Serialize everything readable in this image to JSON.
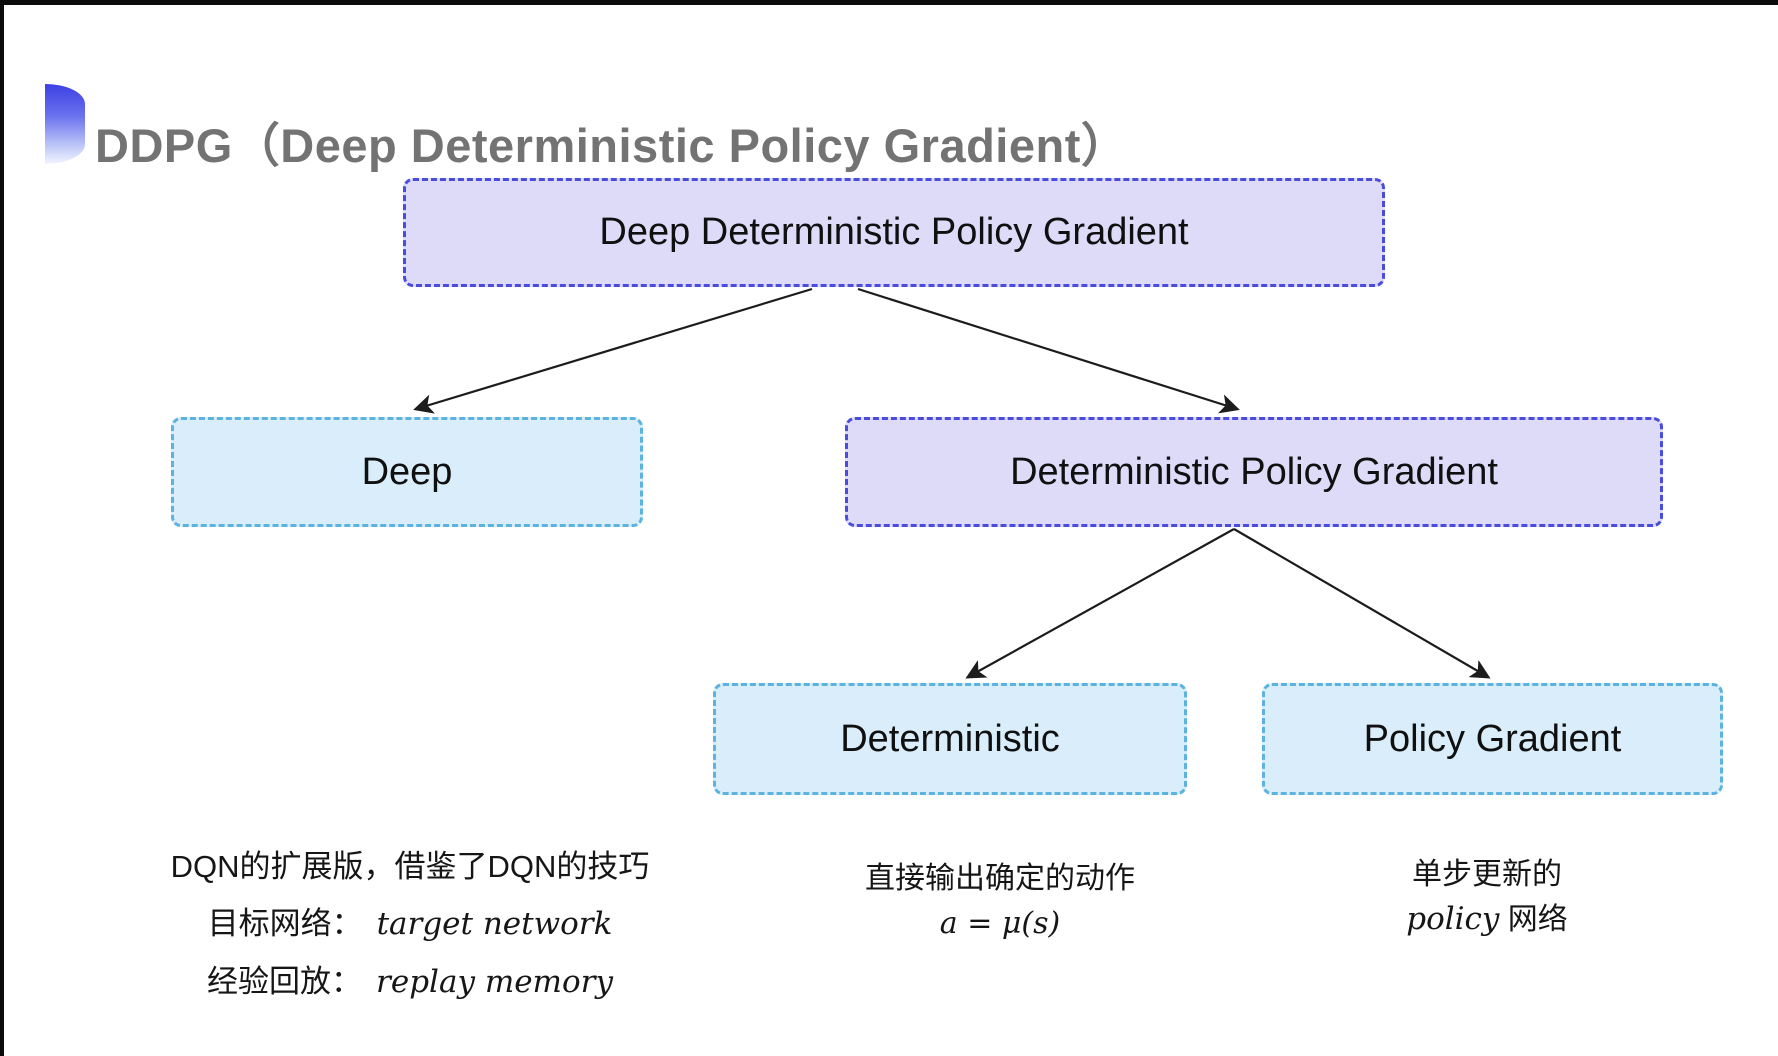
{
  "slide": {
    "title": "DDPG（Deep Deterministic Policy Gradient）",
    "title_color": "#737373",
    "accent_shape": "half-circle-gradient",
    "accent_color_top": "#3d40e3",
    "background": "#ffffff"
  },
  "colors": {
    "purple_node_fill": "#dedbf8",
    "purple_node_border": "#4a4cdb",
    "cyan_node_fill": "#d9eefa",
    "cyan_node_border": "#5cb3e0",
    "arrow": "#1c1c1c",
    "note_text": "#161616",
    "node_text": "#101010"
  },
  "tree": {
    "root": {
      "label": "Deep Deterministic Policy Gradient",
      "variant": "purple"
    },
    "deep": {
      "label": "Deep",
      "variant": "cyan"
    },
    "dpg": {
      "label": "Deterministic Policy Gradient",
      "variant": "purple"
    },
    "deterministic": {
      "label": "Deterministic",
      "variant": "cyan"
    },
    "policy_gradient": {
      "label": "Policy Gradient",
      "variant": "cyan"
    }
  },
  "edges": [
    {
      "from": "root",
      "to": "deep"
    },
    {
      "from": "root",
      "to": "dpg"
    },
    {
      "from": "dpg",
      "to": "deterministic"
    },
    {
      "from": "dpg",
      "to": "policy_gradient"
    }
  ],
  "notes": {
    "deep": {
      "line1": "DQN的扩展版，借鉴了DQN的技巧",
      "line2_label": "目标网络：",
      "line2_term": "target network",
      "line3_label": "经验回放：",
      "line3_term": "replay memory"
    },
    "deterministic": {
      "line1": "直接输出确定的动作",
      "formula": "a = μ(s)"
    },
    "policy_gradient": {
      "line1": "单步更新的",
      "term": "policy",
      "suffix": " 网络"
    }
  }
}
